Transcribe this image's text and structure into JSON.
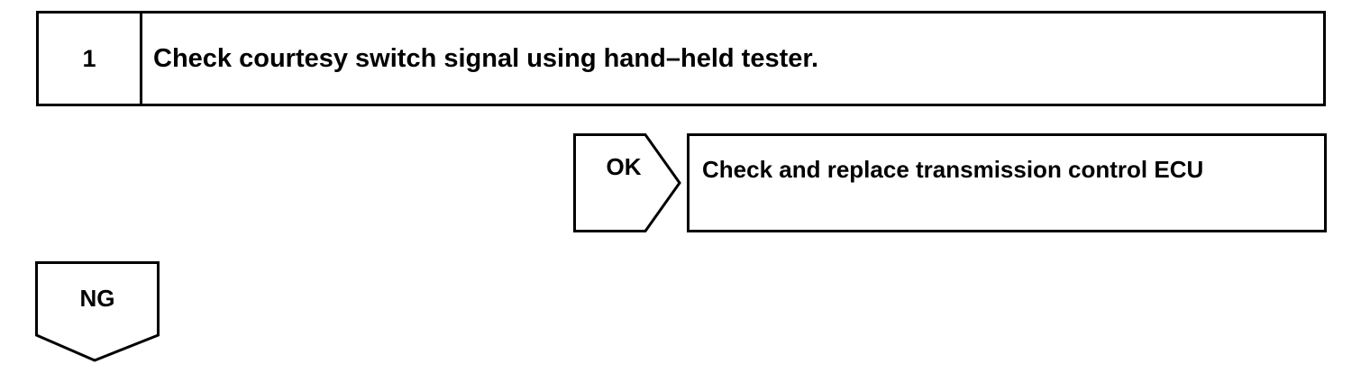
{
  "step": {
    "number": "1",
    "title": "Check courtesy switch signal using hand–held tester."
  },
  "ok_branch": {
    "label": "OK",
    "result": "Check and replace transmission control ECU"
  },
  "ng_branch": {
    "label": "NG"
  },
  "colors": {
    "line": "#000000",
    "background": "#ffffff"
  }
}
